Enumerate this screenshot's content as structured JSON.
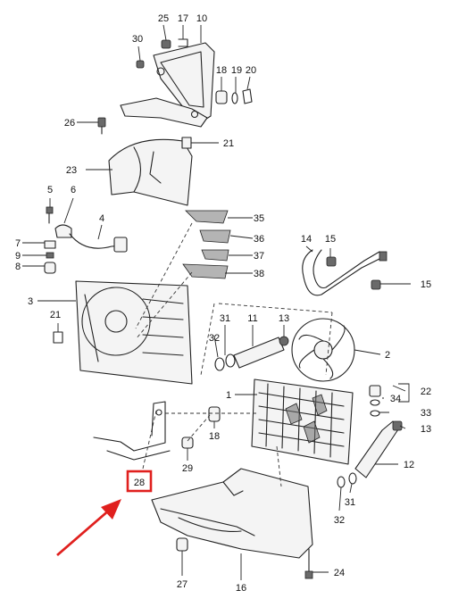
{
  "callouts": {
    "c1": "1",
    "c2": "2",
    "c3": "3",
    "c4": "4",
    "c5": "5",
    "c6": "6",
    "c7": "7",
    "c8": "8",
    "c9": "9",
    "c10": "10",
    "c11": "11",
    "c12": "12",
    "c13a": "13",
    "c13b": "13",
    "c14": "14",
    "c15a": "15",
    "c15b": "15",
    "c16": "16",
    "c17": "17",
    "c18a": "18",
    "c18b": "18",
    "c19": "19",
    "c20": "20",
    "c21a": "21",
    "c21b": "21",
    "c22": "22",
    "c23": "23",
    "c24": "24",
    "c25": "25",
    "c26": "26",
    "c27": "27",
    "c28": "28",
    "c29": "29",
    "c30": "30",
    "c31a": "31",
    "c31b": "31",
    "c32a": "32",
    "c32b": "32",
    "c33": "33",
    "c34": "34",
    "c35": "35",
    "c36": "36",
    "c37": "37",
    "c38": "38"
  },
  "highlight": {
    "box_color": "#e0201e",
    "arrow_color": "#e0201e"
  }
}
